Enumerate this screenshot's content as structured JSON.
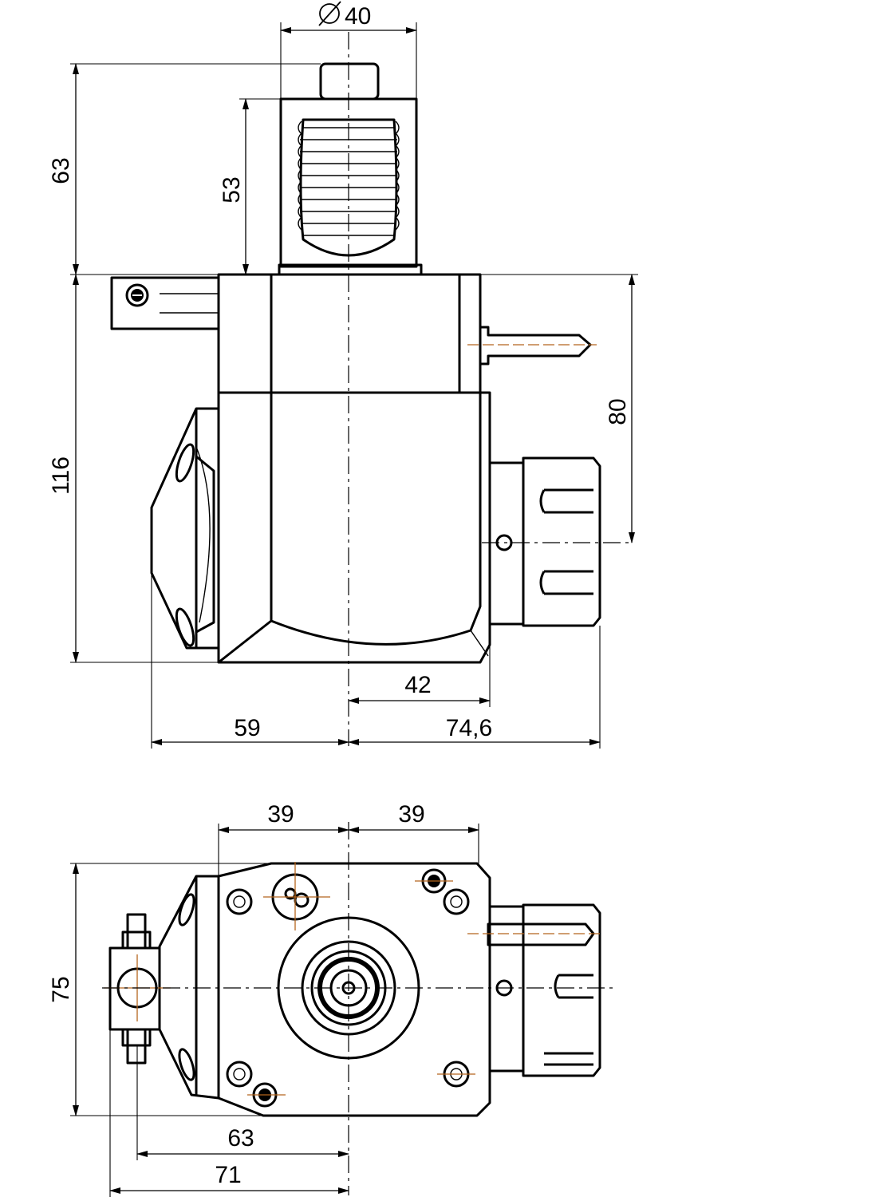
{
  "dimensions": {
    "top_view": {
      "diameter": "40",
      "height_total": "63",
      "height_shank": "53",
      "body_height": "116",
      "spindle_height": "80",
      "right_offset": "42",
      "left_width": "59",
      "right_width": "74,6"
    },
    "bottom_view": {
      "left_half": "39",
      "right_half": "39",
      "depth": "75",
      "inner_width": "63",
      "outer_width": "71"
    }
  },
  "symbols": {
    "diameter_symbol": "diameter-symbol"
  },
  "colors": {
    "line": "#000000",
    "centerline_accent": "#b5651d"
  }
}
